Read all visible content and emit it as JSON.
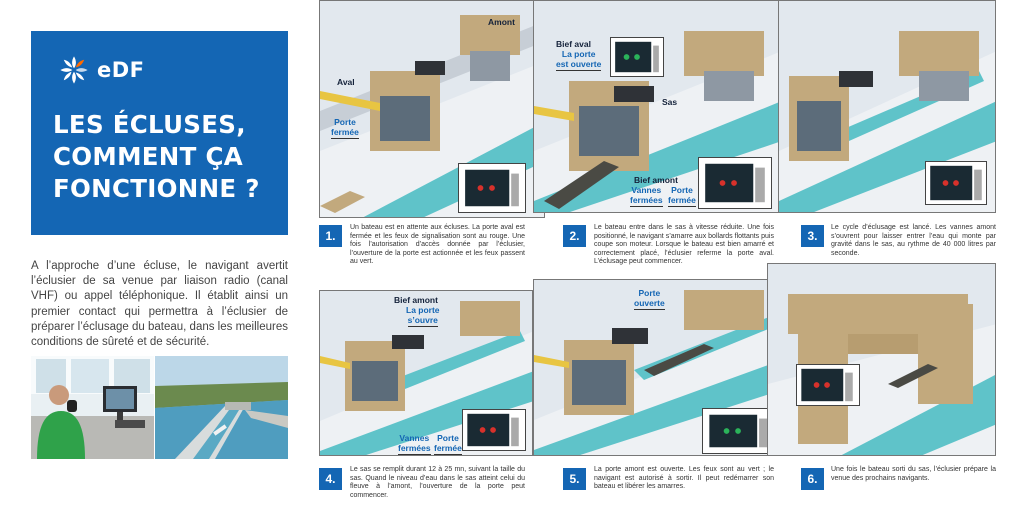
{
  "brand": {
    "name": "EDF",
    "logo_text": "eDF",
    "color": "#1466b4"
  },
  "hero": {
    "title_lines": [
      "LES ÉCLUSES,",
      "COMMENT ÇA",
      "FONCTIONNE ?"
    ]
  },
  "intro": "A l’approche d’une écluse, le navigant avertit l’éclusier de sa venue par liaison radio (canal VHF) ou appel téléphonique. Il établit ainsi un premier contact qui permettra à l’éclusier de préparer l’éclusage du bateau, dans les meilleures conditions de sûreté et de sécurité.",
  "photos": [
    {
      "icon": "lock-keeper-photo"
    },
    {
      "icon": "aerial-lock-photo"
    }
  ],
  "steps": [
    {
      "number": "1.",
      "caption": "Un bateau est en attente aux écluses. La porte aval est fermée et les feux de signalisation sont au rouge. Une fois l’autorisation d’accès donnée par l’éclusier, l’ouverture de la porte est actionnée et les feux passent au vert.",
      "labels": {
        "amont": "Amont",
        "aval": "Aval",
        "porte": "Porte",
        "fermee": "fermée"
      }
    },
    {
      "number": "2.",
      "caption": "Le bateau entre dans le sas à vitesse réduite. Une fois positionné, le navigant s’amarre aux bollards flottants puis coupe son moteur. Lorsque le bateau est bien amarré et correctement placé, l’éclusier referme la porte aval. L’éclusage peut commencer.",
      "labels": {
        "bief_aval": "Bief aval",
        "porte_ouverte_1": "La porte",
        "porte_ouverte_2": "est ouverte",
        "sas": "Sas",
        "bief_amont": "Bief amont",
        "vannes": "Vannes",
        "porte": "Porte",
        "fermees": "fermées",
        "fermee": "fermée"
      }
    },
    {
      "number": "3.",
      "caption": "Le cycle d’éclusage est lancé. Les vannes amont s’ouvrent pour laisser entrer l’eau qui monte par gravité dans le sas, au rythme de 40 000 litres par seconde."
    },
    {
      "number": "4.",
      "caption": "Le sas se remplit durant 12 à 25 mn, suivant la taille du sas. Quand le niveau d’eau dans le sas atteint celui du fleuve à l’amont, l’ouverture de la porte peut commencer.",
      "labels": {
        "bief_amont": "Bief amont",
        "la_porte": "La porte",
        "souvre": "s’ouvre",
        "vannes": "Vannes",
        "porte": "Porte",
        "fermees": "fermées",
        "fermee": "fermée"
      }
    },
    {
      "number": "5.",
      "caption": "La porte amont est ouverte. Les feux sont au vert ; le navigant est autorisé à sortir. Il peut redémarrer son bateau et libérer les amarres.",
      "labels": {
        "porte": "Porte",
        "ouverte": "ouverte"
      }
    },
    {
      "number": "6.",
      "caption": "Une fois le bateau sorti du sas, l’éclusier prépare la venue des prochains navigants."
    }
  ],
  "colors": {
    "water": "#5fc3c9",
    "stone": "#c2a97d",
    "concrete": "#e8ecef",
    "gate": "#8e98a3",
    "signal_red": "#d8312b",
    "signal_green": "#2bb35a"
  }
}
